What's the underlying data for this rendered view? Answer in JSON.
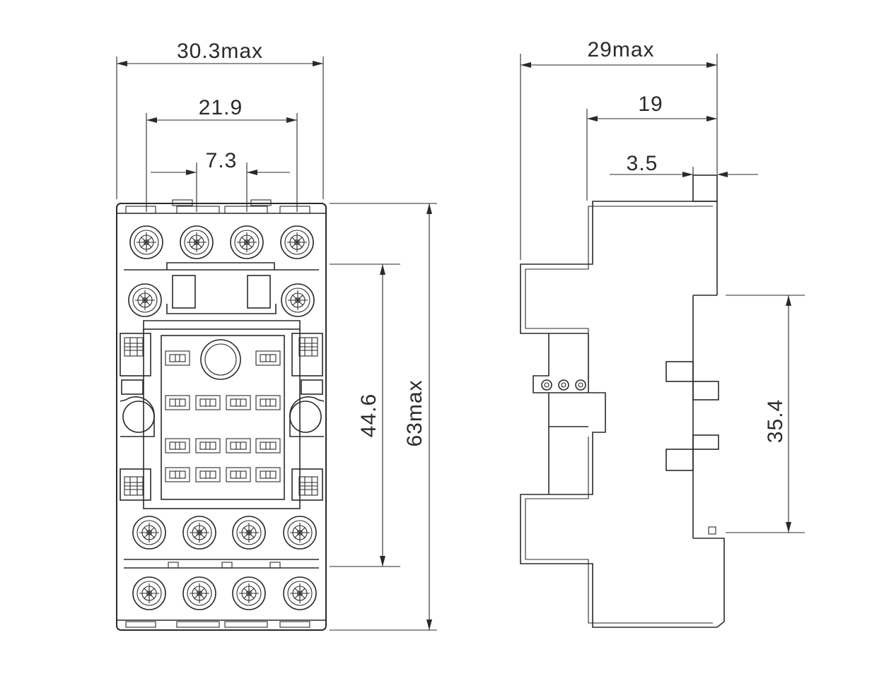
{
  "dimensions": {
    "overall_width": "30.3max",
    "outer_pitch": "21.9",
    "inner_pitch": "7.3",
    "side_depth": "29max",
    "rail_offset": "19",
    "flange_thickness": "3.5",
    "mount_hole_pitch": "44.6",
    "overall_height": "63max",
    "rail_height": "35.4"
  },
  "colors": {
    "line": "#2a2a2a",
    "background": "#ffffff"
  }
}
